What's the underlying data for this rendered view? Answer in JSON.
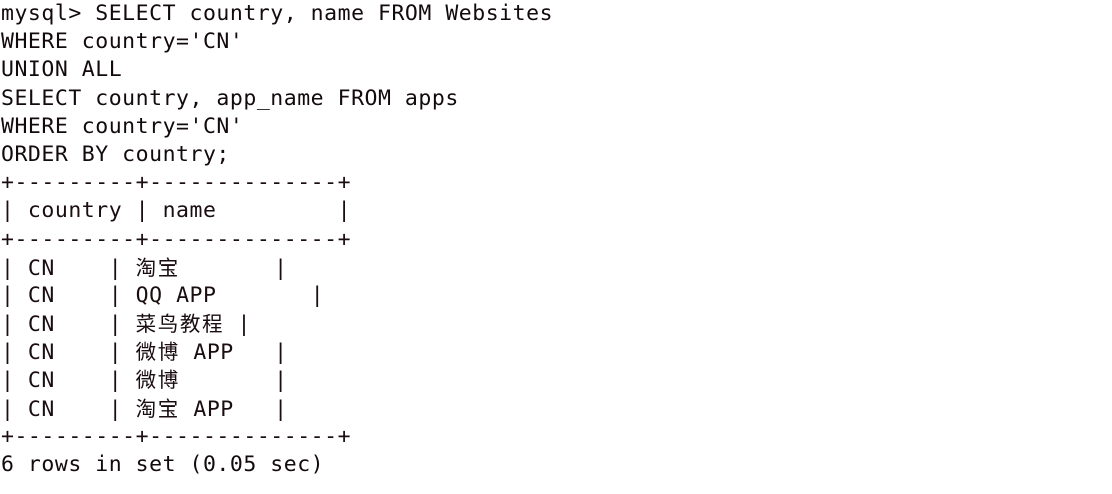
{
  "terminal": {
    "prompt": "mysql>",
    "background_color": "#ffffff",
    "text_color": "#120a0c"
  },
  "query": {
    "lines": [
      "mysql> SELECT country, name FROM Websites",
      "WHERE country='CN'",
      "UNION ALL",
      "SELECT country, app_name FROM apps",
      "WHERE country='CN'",
      "ORDER BY country;"
    ]
  },
  "result_table": {
    "top_rule": "+---------+--------------+",
    "header_rule": "+---------+--------------+",
    "bottom_rule": "+---------+--------------+",
    "columns": [
      "country",
      "name"
    ],
    "header_row": "| country | name         |",
    "rows": [
      {
        "country": "CN",
        "name": "淘宝"
      },
      {
        "country": "CN",
        "name": "QQ APP"
      },
      {
        "country": "CN",
        "name": "菜鸟教程"
      },
      {
        "country": "CN",
        "name": "微博 APP"
      },
      {
        "country": "CN",
        "name": "微博"
      },
      {
        "country": "CN",
        "name": "淘宝 APP"
      }
    ]
  },
  "status": {
    "text": "6 rows in set (0.05 sec)",
    "row_count": 6,
    "duration": "0.05 sec"
  }
}
